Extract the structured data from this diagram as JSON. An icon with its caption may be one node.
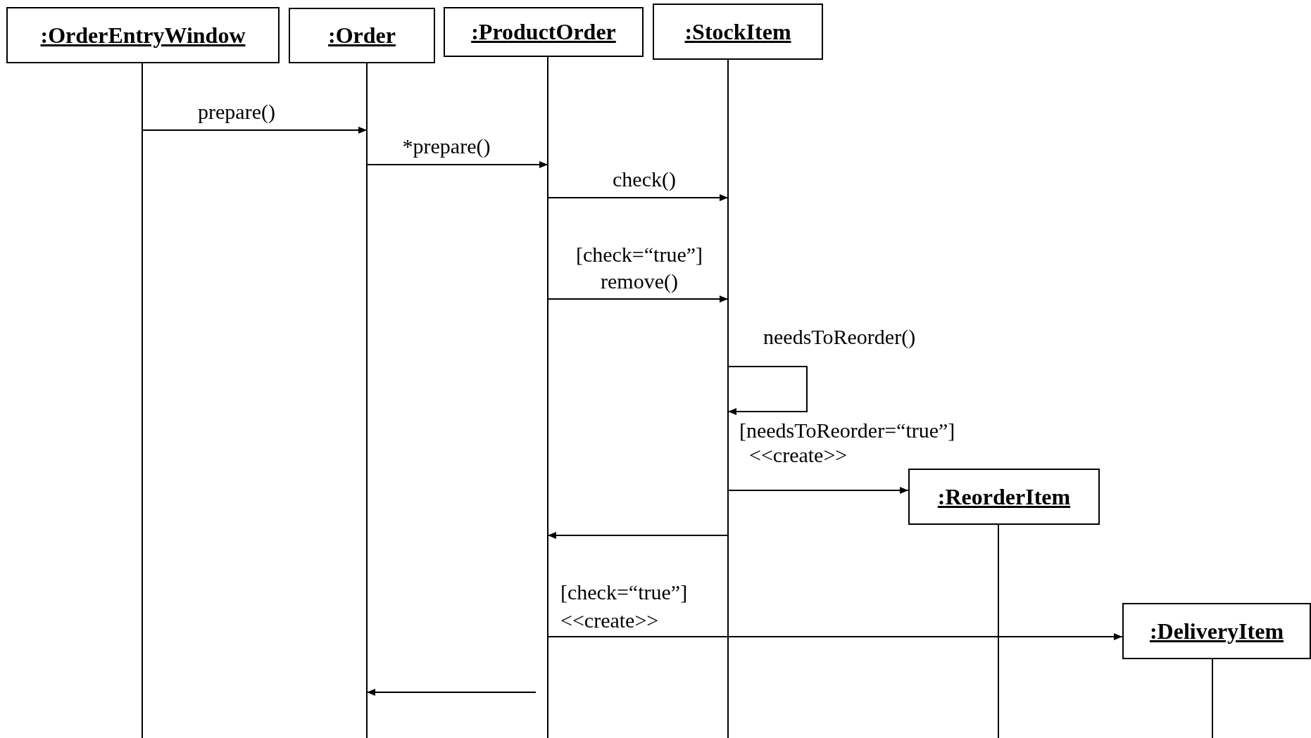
{
  "diagram": {
    "nodes": [
      {
        "text": [
          ":OrderEntryWindow"
        ]
      },
      {
        "text": [
          ":Order"
        ]
      },
      {
        "text": [
          ":ProductOrder"
        ]
      },
      {
        "text": [
          ":StockItem"
        ]
      },
      {
        "text": [
          ":ReorderItem"
        ]
      },
      {
        "text": [
          ":DeliveryItem"
        ]
      }
    ],
    "edges": [
      {
        "from": 0,
        "to": 1,
        "arrow": "to",
        "label": "prepare()"
      },
      {
        "from": 1,
        "to": 2,
        "arrow": "to",
        "label": "*prepare()"
      },
      {
        "from": 2,
        "to": 3,
        "arrow": "to",
        "label": "check()"
      },
      {
        "from": 2,
        "to": 3,
        "arrow": "to",
        "label": "[check=“true”] remove()"
      },
      {
        "from": 3,
        "to": 3,
        "arrow": "to",
        "label": "needsToReorder()"
      },
      {
        "from": 3,
        "to": 4,
        "arrow": "to",
        "label": "[needsToReorder=“true”] <<create>>"
      },
      {
        "from": 3,
        "to": 2,
        "arrow": "to"
      },
      {
        "from": 2,
        "to": 5,
        "arrow": "to",
        "label": "[check=“true”] <<create>>"
      },
      {
        "from": 2,
        "to": 1,
        "arrow": "to"
      }
    ]
  }
}
